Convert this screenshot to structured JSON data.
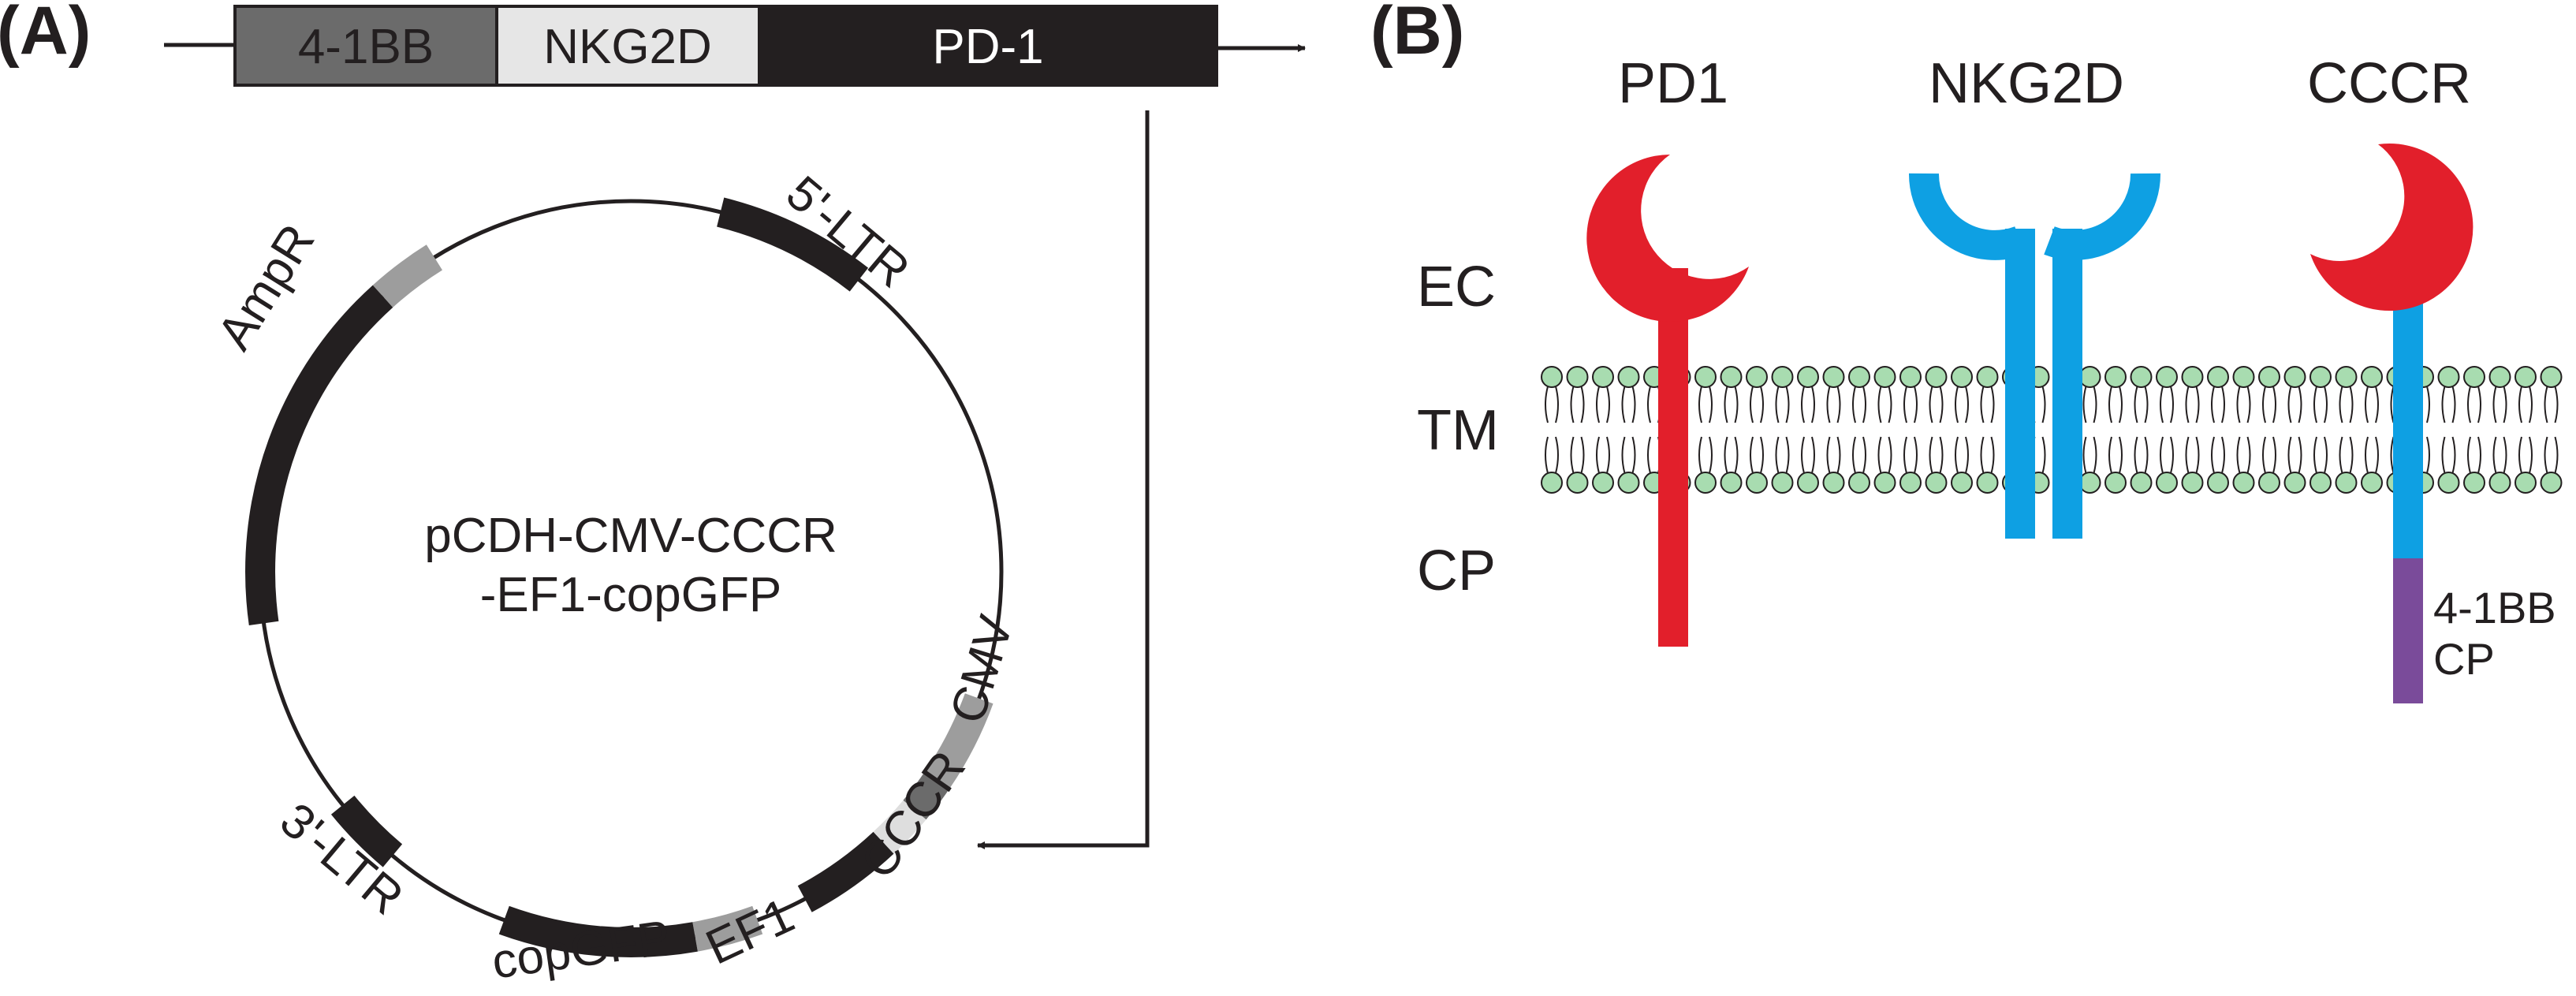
{
  "panel_a": {
    "label": "(A)",
    "construct": {
      "segments": [
        {
          "name": "4-1BB",
          "fill": "#6b6b6b",
          "text_color": "#231f20"
        },
        {
          "name": "NKG2D",
          "fill": "#e6e6e6",
          "text_color": "#231f20"
        },
        {
          "name": "PD-1",
          "fill": "#231f20",
          "text_color": "#ffffff"
        }
      ]
    },
    "plasmid": {
      "name_line1": "pCDH-CMV-CCCR",
      "name_line2": "-EF1-copGFP",
      "features": {
        "ltr5": "5'-LTR",
        "ampr": "AmpR",
        "ltr3": "3'-LTR",
        "copgfp": "copGFP",
        "ef1": "EF1",
        "cccr": "CCCR",
        "cmv": "CMV"
      }
    }
  },
  "panel_b": {
    "label": "(B)",
    "receptors": {
      "pd1": "PD1",
      "nkg2d": "NKG2D",
      "cccr": "CCCR"
    },
    "regions": {
      "ec": "EC",
      "tm": "TM",
      "cp": "CP"
    },
    "cp_label_line1": "4-1BB",
    "cp_label_line2": "CP",
    "colors": {
      "pd1": "#e21f2b",
      "nkg2d": "#0ea0e3",
      "cp_41bb": "#7a4b9a",
      "lipid_head": "#a8dcb0",
      "dark": "#231f20",
      "feature_gray": "#9d9d9d",
      "feature_dark_gray": "#6b6b6b",
      "feature_light_gray": "#dedede"
    }
  }
}
